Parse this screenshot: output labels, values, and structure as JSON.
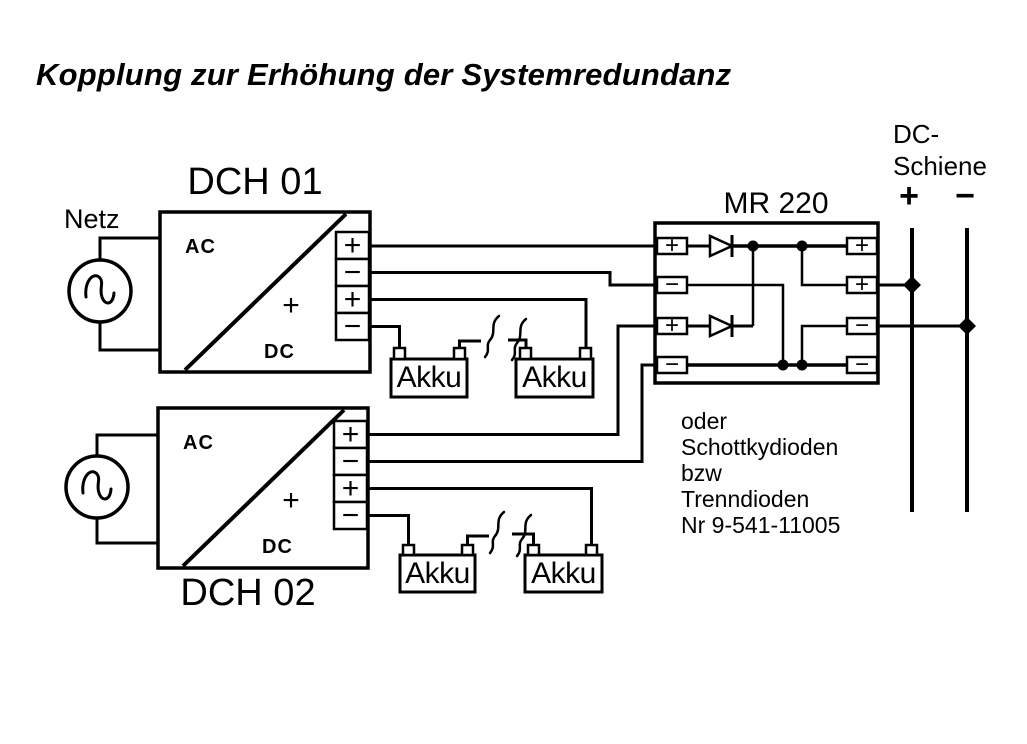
{
  "title": "Kopplung zur Erhöhung der Systemredundanz",
  "colors": {
    "ink": "#000000",
    "background": "#ffffff"
  },
  "labels": {
    "netz": "Netz"
  },
  "dch01": {
    "name": "DCH 01",
    "ac": "AC",
    "plus": "+",
    "dc": "DC",
    "terminals": [
      "+",
      "−",
      "+",
      "−"
    ]
  },
  "dch02": {
    "name": "DCH 02",
    "ac": "AC",
    "plus": "+",
    "dc": "DC",
    "terminals": [
      "+",
      "−",
      "+",
      "−"
    ]
  },
  "mr220": {
    "name": "MR 220",
    "left_terminals": [
      "+",
      "−",
      "+",
      "−"
    ],
    "right_terminals": [
      "+",
      "+",
      "−",
      "−"
    ]
  },
  "battery": {
    "label": "Akku"
  },
  "dc_bus": {
    "line1": "DC-",
    "line2": "Schiene",
    "plus": "+",
    "minus": "−"
  },
  "note": {
    "lines": [
      "oder",
      "Schottkydioden",
      "bzw",
      "Trenndioden",
      "Nr 9-541-11005"
    ]
  }
}
